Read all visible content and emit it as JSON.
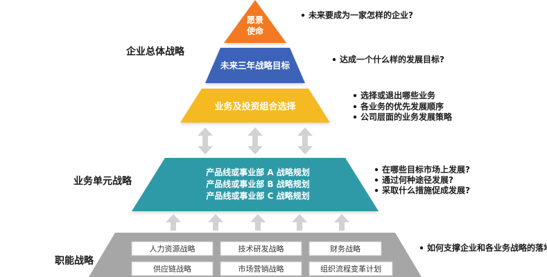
{
  "colors": {
    "vision": "#F37A23",
    "goal": "#3D64B8",
    "portfolio": "#F5B921",
    "business": "#2E9AA8",
    "functional": "#A6A6A6",
    "arrow": "#D2D2D2",
    "text": "#1A1A1A"
  },
  "levels": {
    "corporate": "企业总体战略",
    "business_unit": "业务单元战略",
    "functional": "职能战略"
  },
  "pyramid": {
    "vision": [
      "愿景",
      "使命"
    ],
    "goal": "未来三年战略目标",
    "portfolio": "业务及投资组合选择",
    "business_units": [
      "产品线或事业部 A 战略规划",
      "产品线或事业部 B 战略规划",
      "产品线或事业部 C 战略规划"
    ],
    "functional_boxes": [
      "人力资源战略",
      "技术研发战略",
      "财务战略",
      "供应链战略",
      "市场营销战略",
      "组织流程变革计划"
    ]
  },
  "notes": {
    "vision": [
      "未来要成为一家怎样的企业?"
    ],
    "goal": [
      "达成一个什么样的发展目标?"
    ],
    "portfolio": [
      "选择或退出哪些业务",
      "各业务的优先发展顺序",
      "公司层面的业务发展策略"
    ],
    "business": [
      "在哪些目标市场上发展?",
      "通过何种途径发展?",
      "采取什么措施促成发展?"
    ],
    "functional": [
      "如何支撑企业和各业务战略的落地"
    ]
  }
}
